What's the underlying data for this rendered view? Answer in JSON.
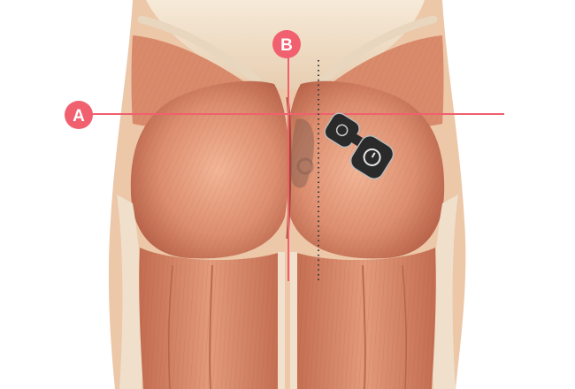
{
  "figure": {
    "subject": "posterior-hip-gluteal-muscles",
    "device": "electrode-pad-device",
    "colors": {
      "muscle": "#d9896a",
      "muscle_dark": "#a8523a",
      "tendon": "#efe0cc",
      "skin_edge": "#ecc7a8",
      "guide_line": "#f0606e",
      "device_body": "#2a2a2a",
      "background": "#ffffff"
    }
  },
  "markers": [
    {
      "id": "A",
      "label": "A",
      "orientation": "horizontal"
    },
    {
      "id": "B",
      "label": "B",
      "orientation": "vertical"
    }
  ],
  "dotted_line": {
    "style": "dotted",
    "orientation": "vertical"
  }
}
